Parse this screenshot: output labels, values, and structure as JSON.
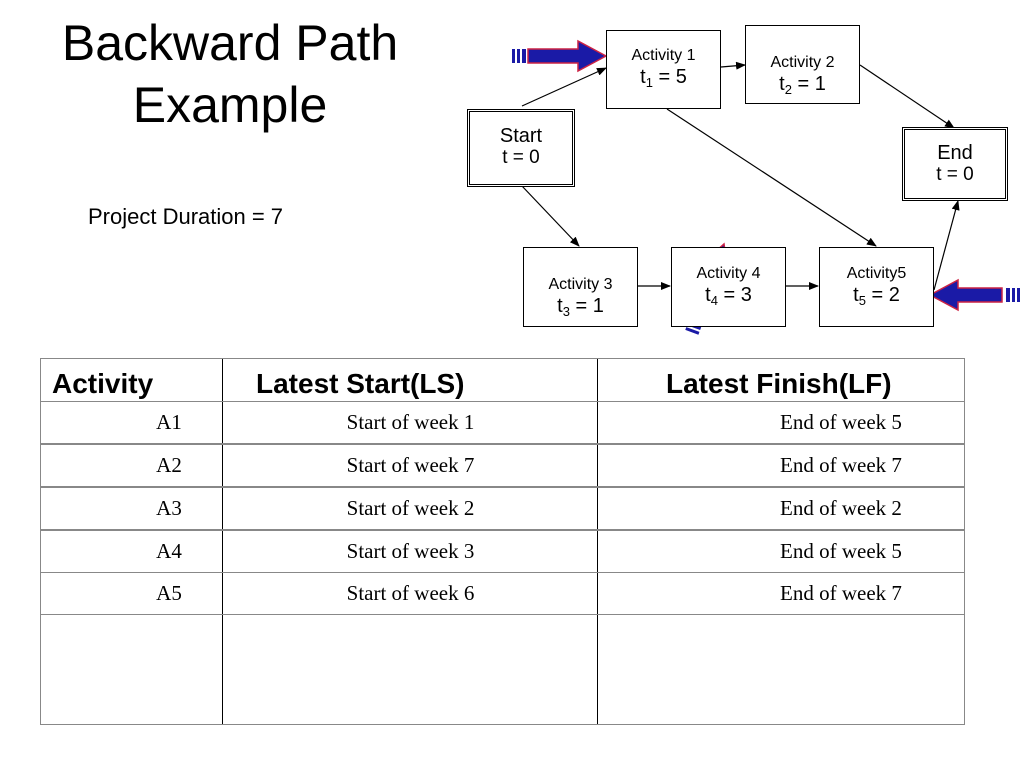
{
  "slide": {
    "title_line1": "Backward Path",
    "title_line2": "Example",
    "duration": "Project Duration = 7"
  },
  "nodes": {
    "start": {
      "name": "Start",
      "time": "t = 0"
    },
    "a1": {
      "name": "Activity 1",
      "t": "t",
      "sub": "1",
      "val": " = 5"
    },
    "a2": {
      "name": "Activity 2",
      "t": "t",
      "sub": "2",
      "val": " = 1"
    },
    "a3": {
      "name": "Activity 3",
      "t": "t",
      "sub": "3",
      "val": " = 1"
    },
    "a4": {
      "name": "Activity 4",
      "t": "t",
      "sub": "4",
      "val": " = 3"
    },
    "a5": {
      "name": "Activity5",
      "t": "t",
      "sub": "5",
      "val": " = 2"
    },
    "end": {
      "name": "End",
      "time": "t = 0"
    }
  },
  "colors": {
    "arrow_fill": "#1a1aa6",
    "arrow_outline": "#cc2244"
  },
  "table": {
    "headers": [
      "Activity",
      "Latest Start(LS)",
      "Latest Finish(LF)"
    ],
    "rows": [
      [
        "A1",
        "Start of week 1",
        "End of week 5"
      ],
      [
        "A2",
        "Start of week 7",
        "End of week 7"
      ],
      [
        "A3",
        "Start of week 2",
        "End of week 2"
      ],
      [
        "A4",
        "Start of week 3",
        "End of week 5"
      ],
      [
        "A5",
        "Start of week 6",
        "End of week 7"
      ]
    ]
  }
}
